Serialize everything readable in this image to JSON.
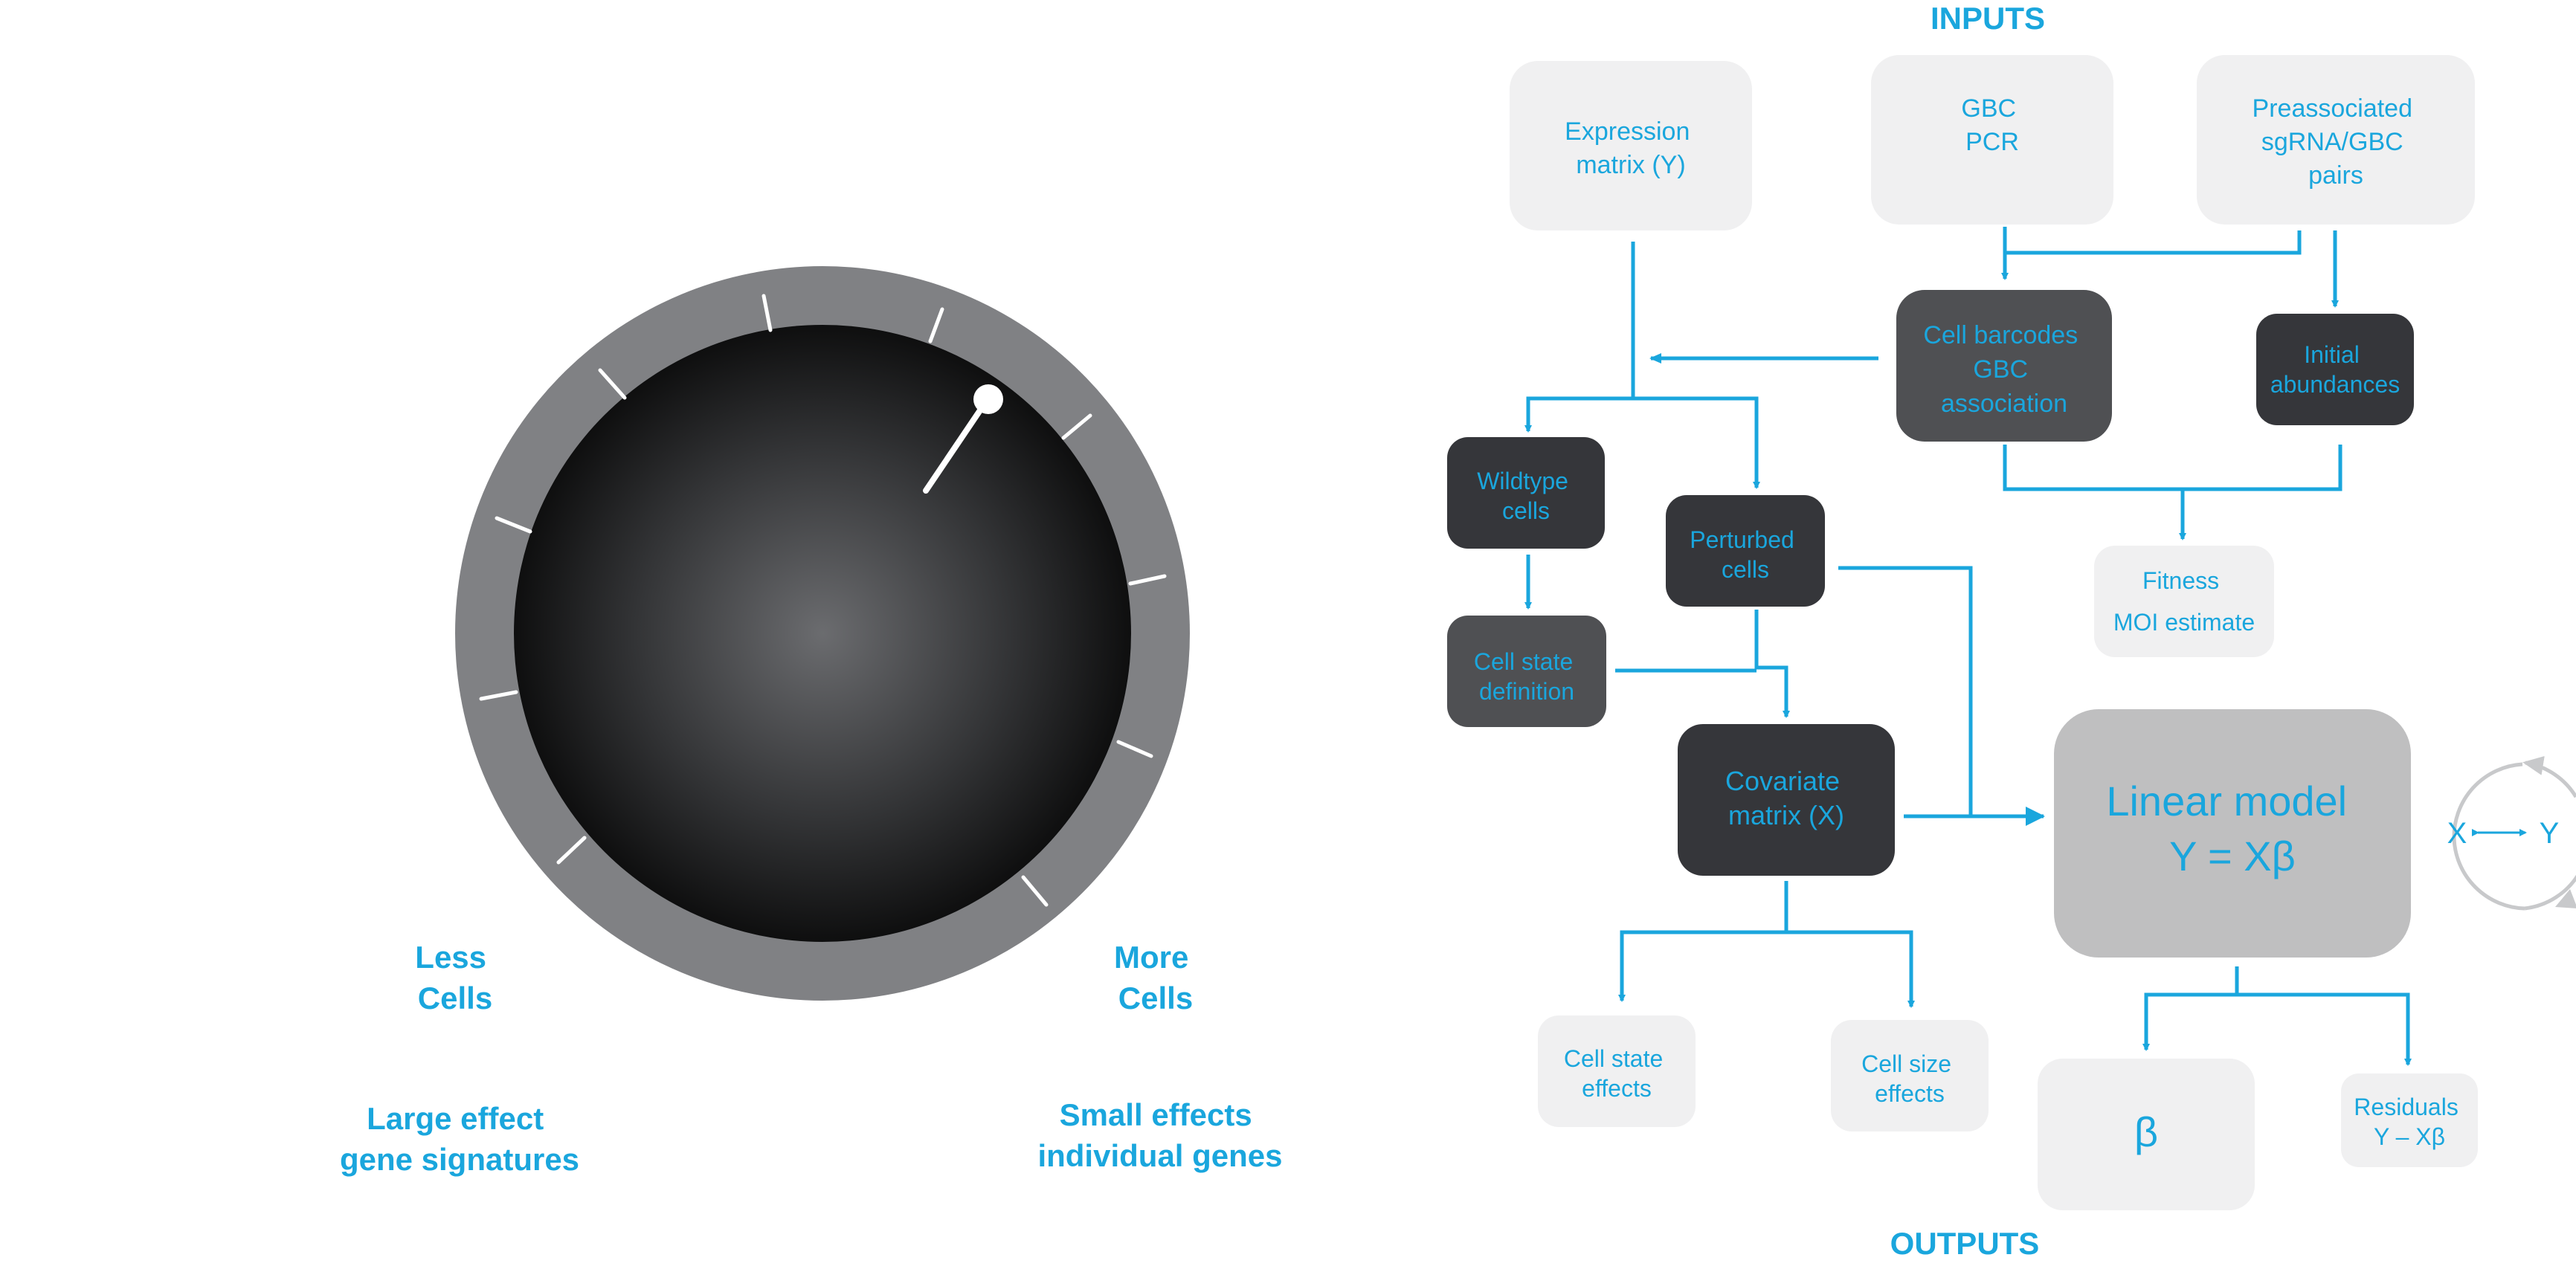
{
  "colors": {
    "accent": "#1aa6dd",
    "light_box": "#f0f0f1",
    "mid_box": "#4f5053",
    "dark_box": "#35363a",
    "model_box": "#bfbfc0",
    "dial_ring": "#808184",
    "cycle_arrow": "#c8c9cb"
  },
  "dial": {
    "left_label": [
      "Less",
      "Cells"
    ],
    "right_label": [
      "More",
      "Cells"
    ],
    "left_caption": [
      "Large effect",
      "gene signatures"
    ],
    "right_caption": [
      "Small effects",
      "individual genes"
    ]
  },
  "flow": {
    "inputs_heading": "INPUTS",
    "outputs_heading": "OUTPUTS",
    "expression_matrix": [
      "Expression",
      "matrix (Y)"
    ],
    "gbc_pcr": [
      "GBC",
      "PCR"
    ],
    "preassociated": [
      "Preassociated",
      "sgRNA/GBC",
      "pairs"
    ],
    "cell_barcodes": [
      "Cell barcodes",
      "GBC",
      "association"
    ],
    "initial_abundances": [
      "Initial",
      "abundances"
    ],
    "wildtype_cells": [
      "Wildtype",
      "cells"
    ],
    "perturbed_cells": [
      "Perturbed",
      "cells"
    ],
    "fitness": [
      "Fitness",
      "MOI estimate"
    ],
    "cell_state_definition": [
      "Cell state",
      "definition"
    ],
    "covariate_matrix": [
      "Covariate",
      "matrix (X)"
    ],
    "linear_model": [
      "Linear model",
      "Y = Xβ"
    ],
    "cycle": {
      "left": "X",
      "right": "Y"
    },
    "cell_state_effects": [
      "Cell state",
      "effects"
    ],
    "cell_size_effects": [
      "Cell size",
      "effects"
    ],
    "beta": "β",
    "residuals": [
      "Residuals",
      "Y – Xβ"
    ]
  }
}
